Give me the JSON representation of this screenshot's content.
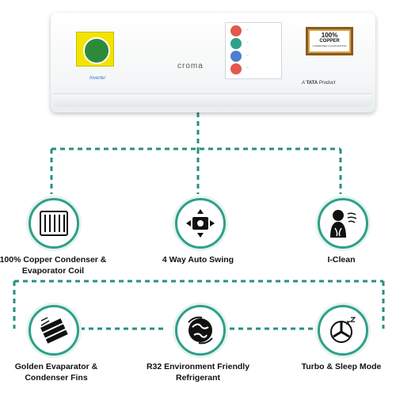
{
  "product": {
    "brand": "croma",
    "inverter_badge": "Inverter",
    "maker_prefix": "A",
    "maker_brand": "TATA",
    "maker_suffix": "Product",
    "copper_badge": {
      "line1": "100%",
      "line2": "COPPER",
      "line3": "CONDENSER & EVAPORATOR"
    }
  },
  "colors": {
    "accent": "#2fa089",
    "dashed_line": "#2a8f80",
    "text": "#111111"
  },
  "features": [
    {
      "label": "100% Copper Condenser & Evaporator Coil",
      "icon": "copper-coil-icon"
    },
    {
      "label": "4 Way Auto Swing",
      "icon": "four-way-swing-icon"
    },
    {
      "label": "I-Clean",
      "icon": "i-clean-icon"
    },
    {
      "label": "Golden Evaparator & Condenser Fins",
      "icon": "golden-fins-icon"
    },
    {
      "label": "R32 Environment Friendly Refrigerant",
      "icon": "eco-globe-icon"
    },
    {
      "label": "Turbo & Sleep Mode",
      "icon": "turbo-sleep-icon"
    }
  ]
}
